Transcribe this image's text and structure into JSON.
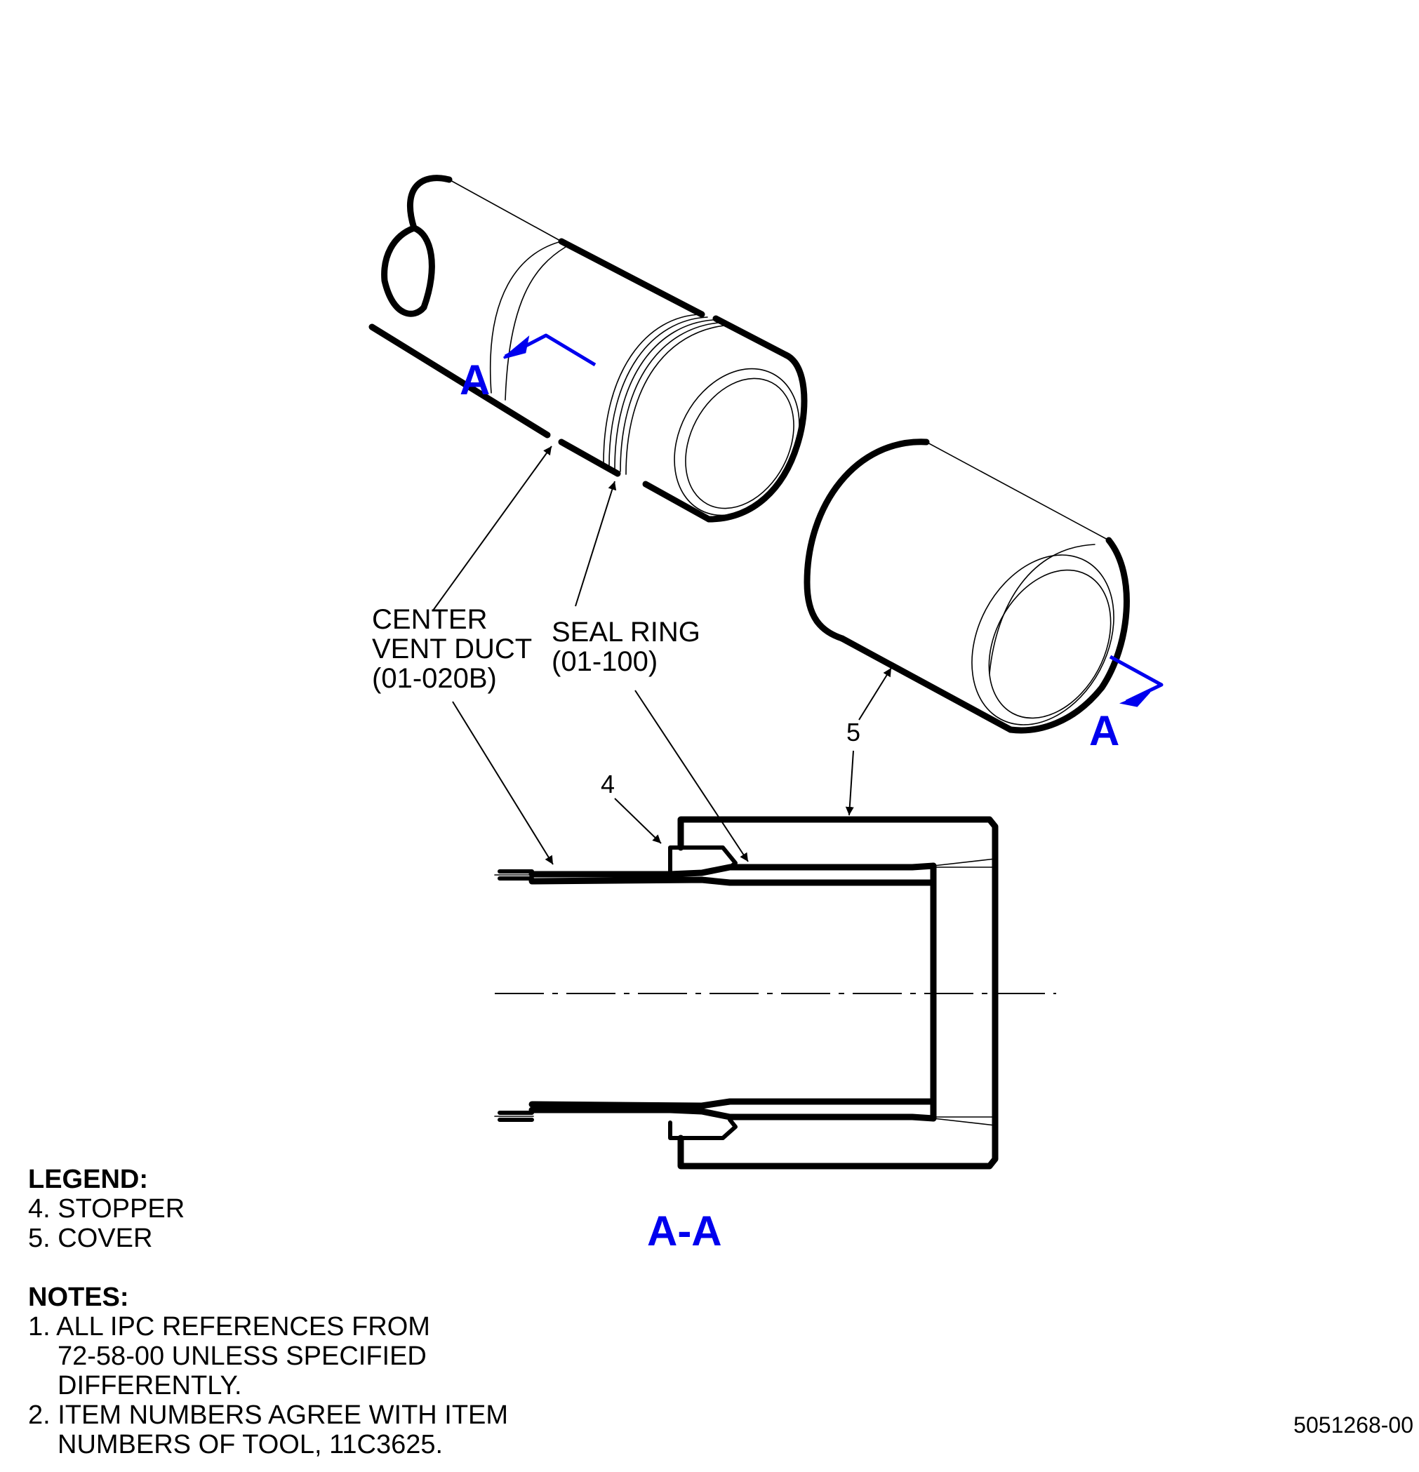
{
  "callouts": {
    "center_vent_duct": [
      "CENTER",
      "VENT DUCT",
      "(01-020B)"
    ],
    "seal_ring": [
      "SEAL RING",
      "(01-100)"
    ],
    "item_4": "4",
    "item_5": "5"
  },
  "section_marks": {
    "cut_label_top": "A",
    "cut_label_right": "A",
    "section_view_title": "A-A",
    "color": "#0000ee"
  },
  "legend": {
    "heading": "LEGEND:",
    "items": [
      "4. STOPPER",
      "5. COVER"
    ]
  },
  "notes": {
    "heading": "NOTES:",
    "items": [
      [
        "1. ALL IPC REFERENCES FROM",
        "72-58-00 UNLESS SPECIFIED",
        "DIFFERENTLY."
      ],
      [
        "2. ITEM NUMBERS AGREE WITH ITEM",
        "NUMBERS OF TOOL, 11C3625."
      ]
    ]
  },
  "drawing_number": "5051268-00"
}
